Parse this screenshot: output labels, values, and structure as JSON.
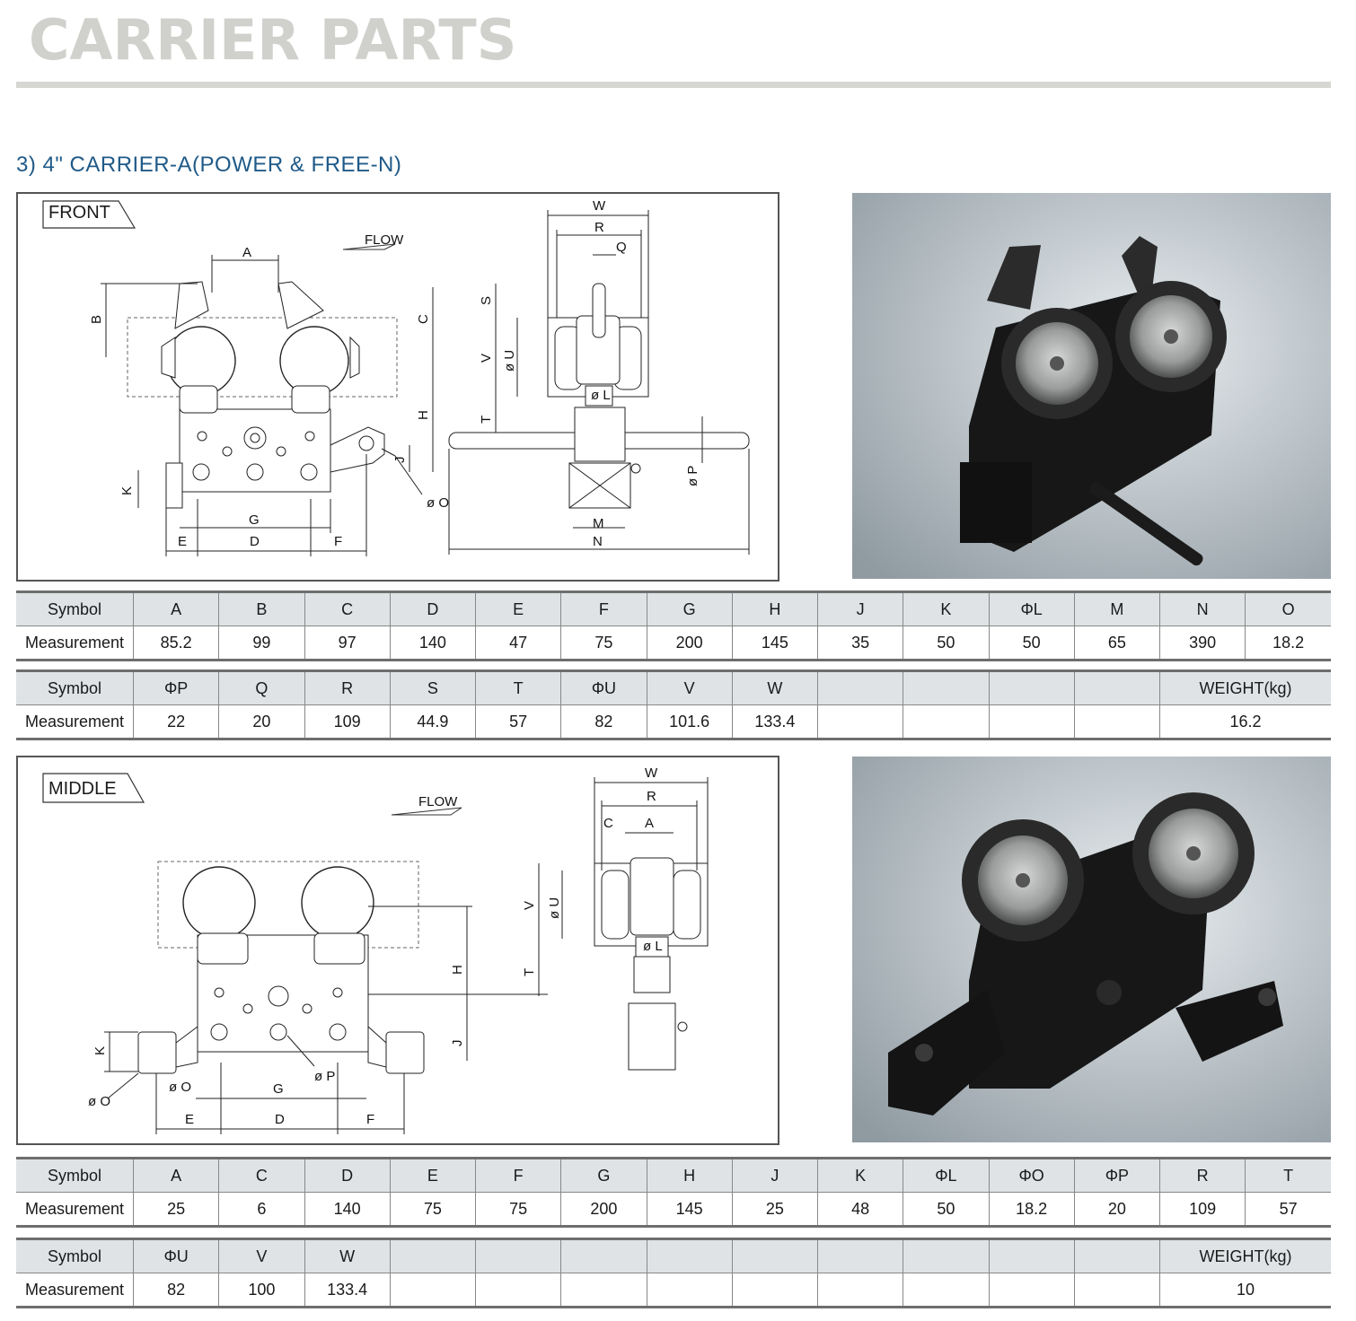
{
  "page_title": "CARRIER PARTS",
  "section_title": "3) 4\" CARRIER-A(POWER & FREE-N)",
  "front": {
    "view_label": "FRONT",
    "flow_label": "FLOW",
    "dim_labels": {
      "A": "A",
      "B": "B",
      "C": "C",
      "D": "D",
      "E": "E",
      "F": "F",
      "G": "G",
      "H": "H",
      "J": "J",
      "K": "K",
      "O": "ø O",
      "W": "W",
      "R": "R",
      "Q": "Q",
      "S": "S",
      "V": "V",
      "U": "ø U",
      "L": "ø L",
      "T": "T",
      "P": "ø P",
      "M": "M",
      "N": "N"
    },
    "table1": {
      "symbols": [
        "Symbol",
        "A",
        "B",
        "C",
        "D",
        "E",
        "F",
        "G",
        "H",
        "J",
        "K",
        "ΦL",
        "M",
        "N",
        "O"
      ],
      "values": [
        "Measurement",
        "85.2",
        "99",
        "97",
        "140",
        "47",
        "75",
        "200",
        "145",
        "35",
        "50",
        "50",
        "65",
        "390",
        "18.2"
      ]
    },
    "table2": {
      "symbols": [
        "Symbol",
        "ΦP",
        "Q",
        "R",
        "S",
        "T",
        "ΦU",
        "V",
        "W",
        "",
        "",
        "",
        "",
        "WEIGHT(kg)"
      ],
      "values": [
        "Measurement",
        "22",
        "20",
        "109",
        "44.9",
        "57",
        "82",
        "101.6",
        "133.4",
        "",
        "",
        "",
        "",
        "16.2"
      ]
    }
  },
  "middle": {
    "view_label": "MIDDLE",
    "flow_label": "FLOW",
    "dim_labels": {
      "W": "W",
      "R": "R",
      "C": "C",
      "A": "A",
      "V": "V",
      "U": "ø U",
      "L": "ø L",
      "T": "T",
      "H": "H",
      "J": "J",
      "K": "K",
      "O": "ø O",
      "P": "ø P",
      "G": "G",
      "E": "E",
      "D": "D",
      "F": "F"
    },
    "table1": {
      "symbols": [
        "Symbol",
        "A",
        "C",
        "D",
        "E",
        "F",
        "G",
        "H",
        "J",
        "K",
        "ΦL",
        "ΦO",
        "ΦP",
        "R",
        "T"
      ],
      "values": [
        "Measurement",
        "25",
        "6",
        "140",
        "75",
        "75",
        "200",
        "145",
        "25",
        "48",
        "50",
        "18.2",
        "20",
        "109",
        "57"
      ]
    },
    "table2": {
      "symbols": [
        "Symbol",
        "ΦU",
        "V",
        "W",
        "",
        "",
        "",
        "",
        "",
        "",
        "",
        "",
        "",
        "WEIGHT(kg)"
      ],
      "values": [
        "Measurement",
        "82",
        "100",
        "133.4",
        "",
        "",
        "",
        "",
        "",
        "",
        "",
        "",
        "",
        "10"
      ]
    }
  },
  "colors": {
    "title_gray": "#d0d0cc",
    "section_blue": "#1f5a88",
    "table_header": "#dfe3e6",
    "rule": "#6e6e6e"
  }
}
